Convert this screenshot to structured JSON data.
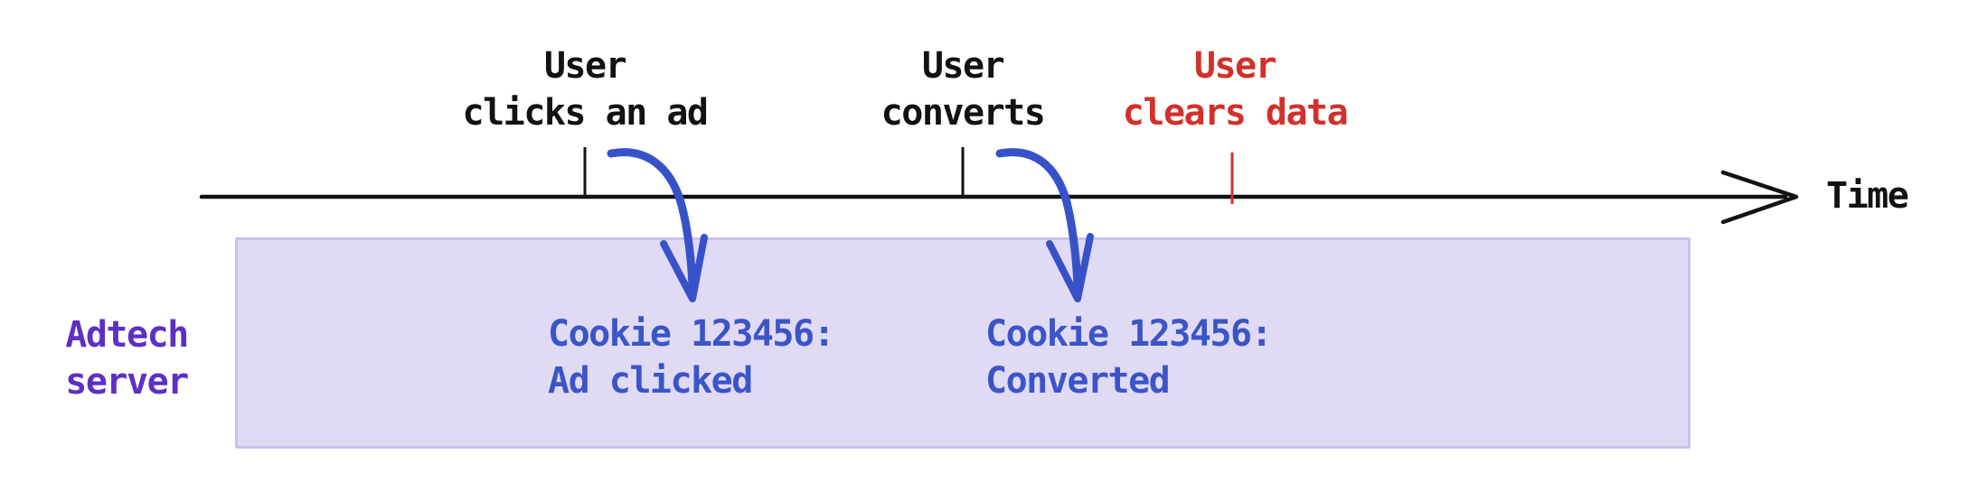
{
  "timeline": {
    "axis_label": "Time",
    "events": [
      {
        "name": "ad-click",
        "label": "User\nclicks an ad"
      },
      {
        "name": "conversion",
        "label": "User\nconverts"
      },
      {
        "name": "data-clear",
        "label": "User\nclears data"
      }
    ]
  },
  "adtech": {
    "label": "Adtech\nserver",
    "records": [
      {
        "label": "Cookie 123456:\nAd clicked"
      },
      {
        "label": "Cookie 123456:\nConverted"
      }
    ]
  },
  "colors": {
    "event_text": "#121212",
    "cleared_event_text": "#D2302A",
    "timeline_stroke": "#121212",
    "arrow_blue": "#3752C9",
    "record_text": "#3B55C8",
    "server_label_text": "#5D2FC4",
    "server_box_fill": "#E0DAF4",
    "server_box_border": "#CBC1ED"
  }
}
